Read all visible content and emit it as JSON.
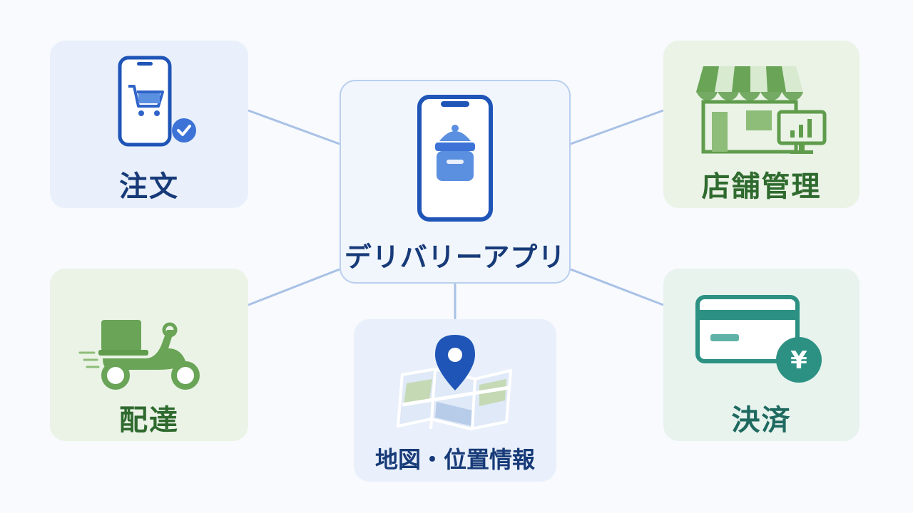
{
  "center": {
    "label": "デリバリーアプリ",
    "icon": "delivery-app-phone-icon"
  },
  "nodes": {
    "order": {
      "label": "注文",
      "icon": "phone-cart-icon"
    },
    "store": {
      "label": "店舗管理",
      "icon": "storefront-icon"
    },
    "delivery": {
      "label": "配達",
      "icon": "scooter-icon"
    },
    "map": {
      "label": "地図・位置情報",
      "icon": "map-pin-icon"
    },
    "payment": {
      "label": "決済",
      "icon": "credit-card-yen-icon"
    }
  },
  "colors": {
    "blue": "#1f55b7",
    "navy": "#173a78",
    "green": "#5f9c4c",
    "dark_green": "#2f6a2e",
    "teal": "#2c9183",
    "link": "#a9c1e6"
  }
}
